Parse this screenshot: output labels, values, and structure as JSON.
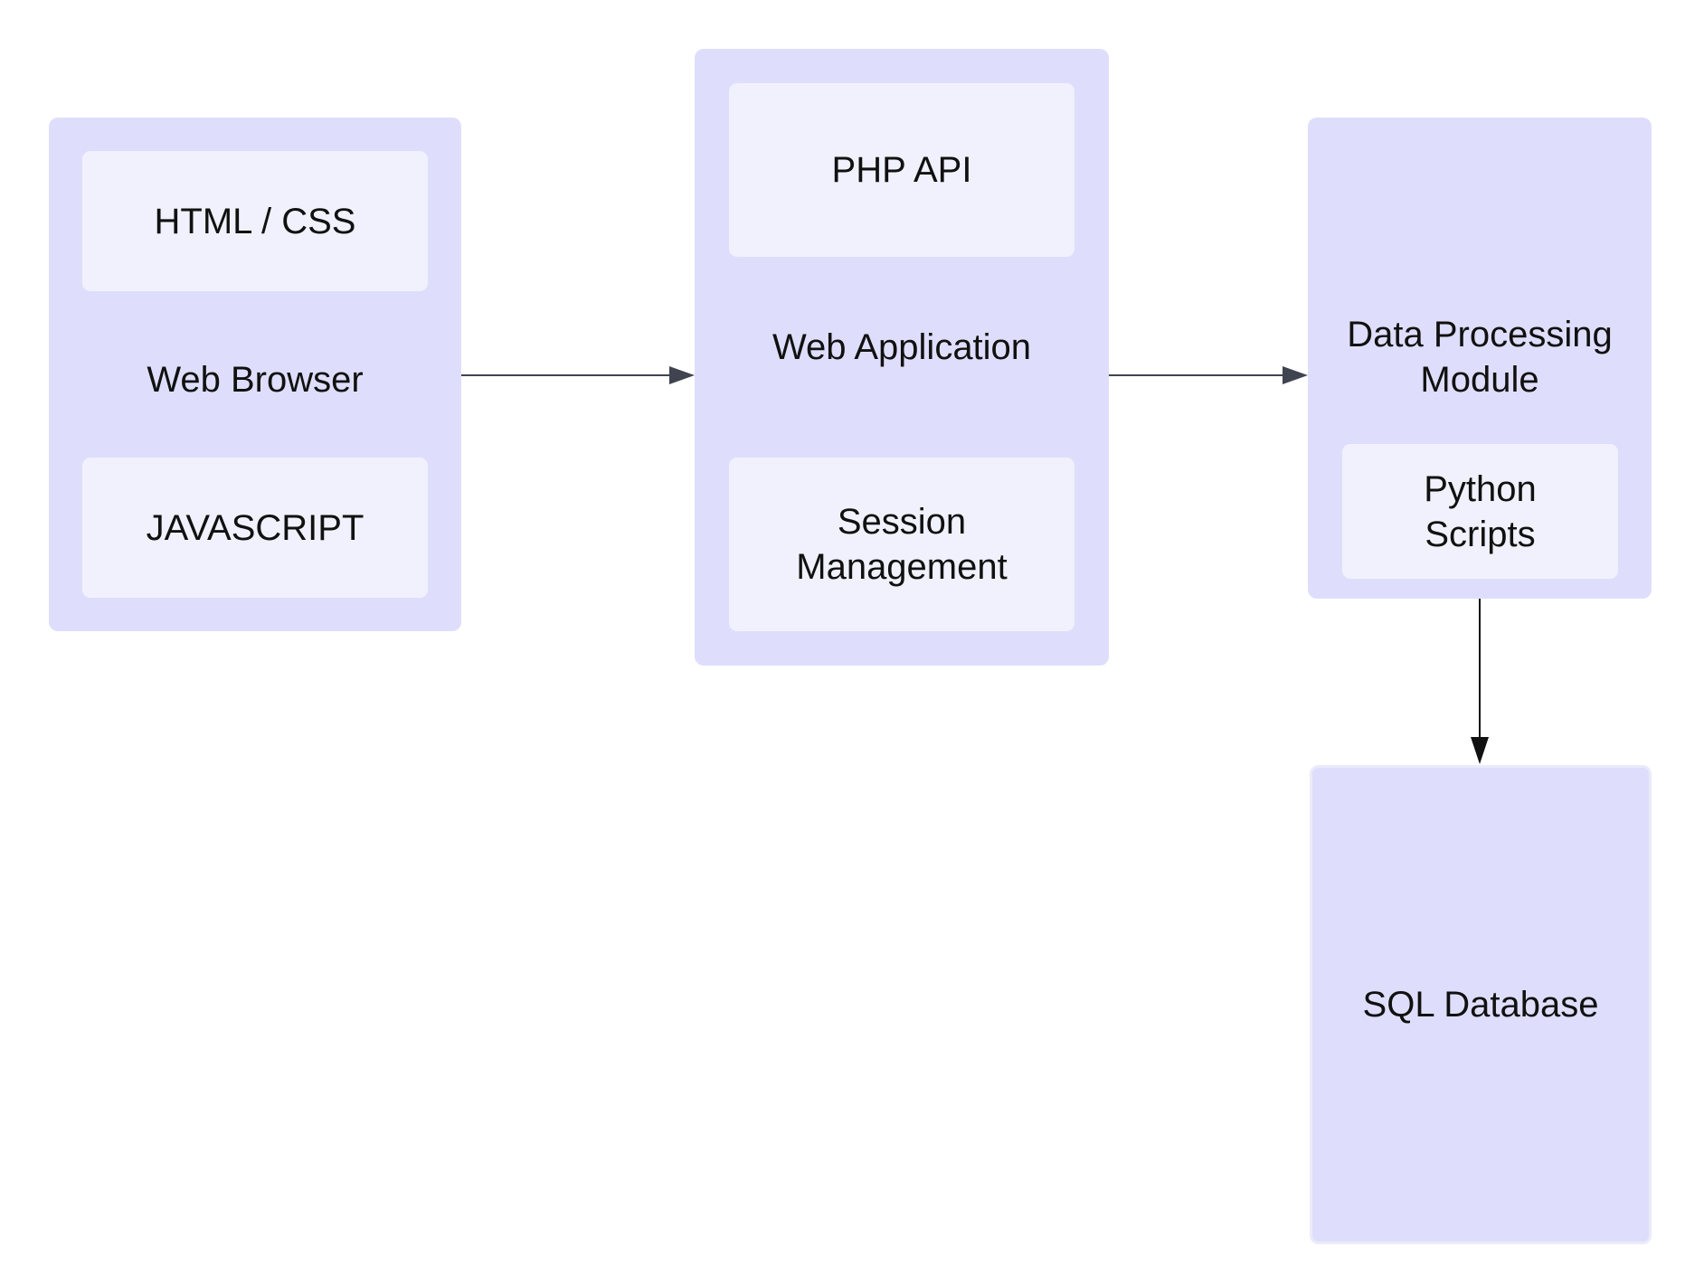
{
  "diagram": {
    "nodes": {
      "web_browser": {
        "label": "Web Browser",
        "children": [
          "HTML  / CSS",
          "JAVASCRIPT"
        ]
      },
      "web_application": {
        "label": "Web Application",
        "children": [
          "PHP API",
          "Session\nManagement"
        ]
      },
      "data_processing": {
        "label": "Data Processing\nModule",
        "children": [
          "Python\nScripts"
        ]
      },
      "sql_database": {
        "label": "SQL Database"
      }
    },
    "edges": [
      {
        "from": "Web Browser",
        "to": "Web Application"
      },
      {
        "from": "Web Application",
        "to": "Data Processing Module"
      },
      {
        "from": "Data Processing Module",
        "to": "SQL Database"
      }
    ],
    "colors": {
      "container": "#dedefc",
      "inner": "#f1f1fd",
      "arrow_gray": "#3f4450",
      "arrow_black": "#111111"
    }
  }
}
